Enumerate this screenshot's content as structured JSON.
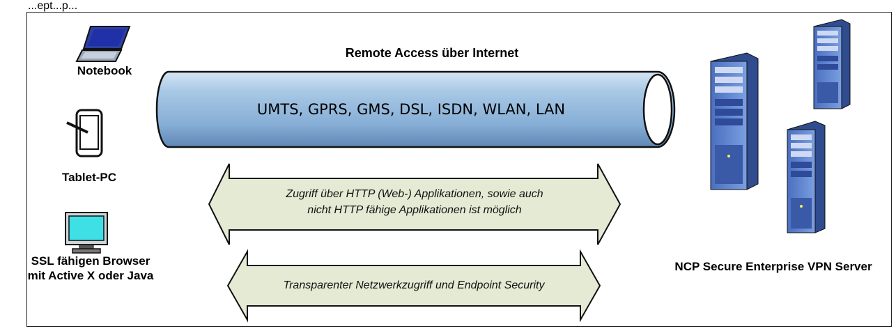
{
  "top_cutoff_text": "...ept...p...",
  "title": "Remote Access über Internet",
  "tube_label": "UMTS, GPRS, GMS, DSL, ISDN, WLAN, LAN",
  "clients": [
    {
      "label": "Notebook",
      "icon": "notebook-icon"
    },
    {
      "label": "Tablet-PC",
      "icon": "tablet-icon"
    },
    {
      "label_line1": "SSL fähigen Browser",
      "label_line2": "mit Active X oder Java",
      "icon": "monitor-icon"
    }
  ],
  "arrows": [
    {
      "line1": "Zugriff über HTTP (Web-) Applikationen, sowie auch",
      "line2": "nicht HTTP fähige Applikationen ist möglich"
    },
    {
      "line1": "Transparenter Netzwerkzugriff und Endpoint Security"
    }
  ],
  "server_label": "NCP Secure Enterprise VPN Server",
  "colors": {
    "tube": "#9ec3e0",
    "arrow_fill": "#e4ead4",
    "server": "#5b7fc9",
    "monitor_screen": "#3ee0e6"
  }
}
